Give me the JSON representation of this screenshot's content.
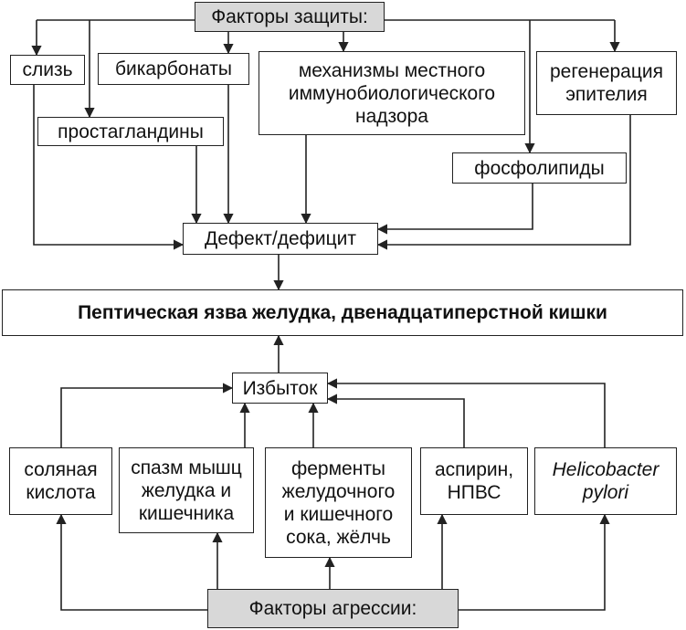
{
  "defense": {
    "title": "Факторы защиты:",
    "items": {
      "mucus": "слизь",
      "bicarbonates": "бикарбонаты",
      "immune": "механизмы местного\nиммунобиологического\nнадзора",
      "regeneration": "регенерация\nэпителия",
      "prostaglandins": "простагландины",
      "phospholipids": "фосфолипиды"
    },
    "deficit": "Дефект/дефицит"
  },
  "ulcer": "Пептическая язва желудка, двенадцатиперстной кишки",
  "aggression": {
    "excess": "Избыток",
    "items": {
      "acid": "соляная\nкислота",
      "spasm": "спазм мышц\nжелудка и\nкишечника",
      "enzymes": "ферменты\nжелудочного\nи кишечного\nсока, жёлчь",
      "aspirin": "аспирин,\nНПВС",
      "hp": "Helicobacter\npylori"
    },
    "title": "Факторы агрессии:"
  },
  "colors": {
    "line": "#222222",
    "title_fill": "#d8d8d8",
    "box_fill": "#ffffff"
  }
}
